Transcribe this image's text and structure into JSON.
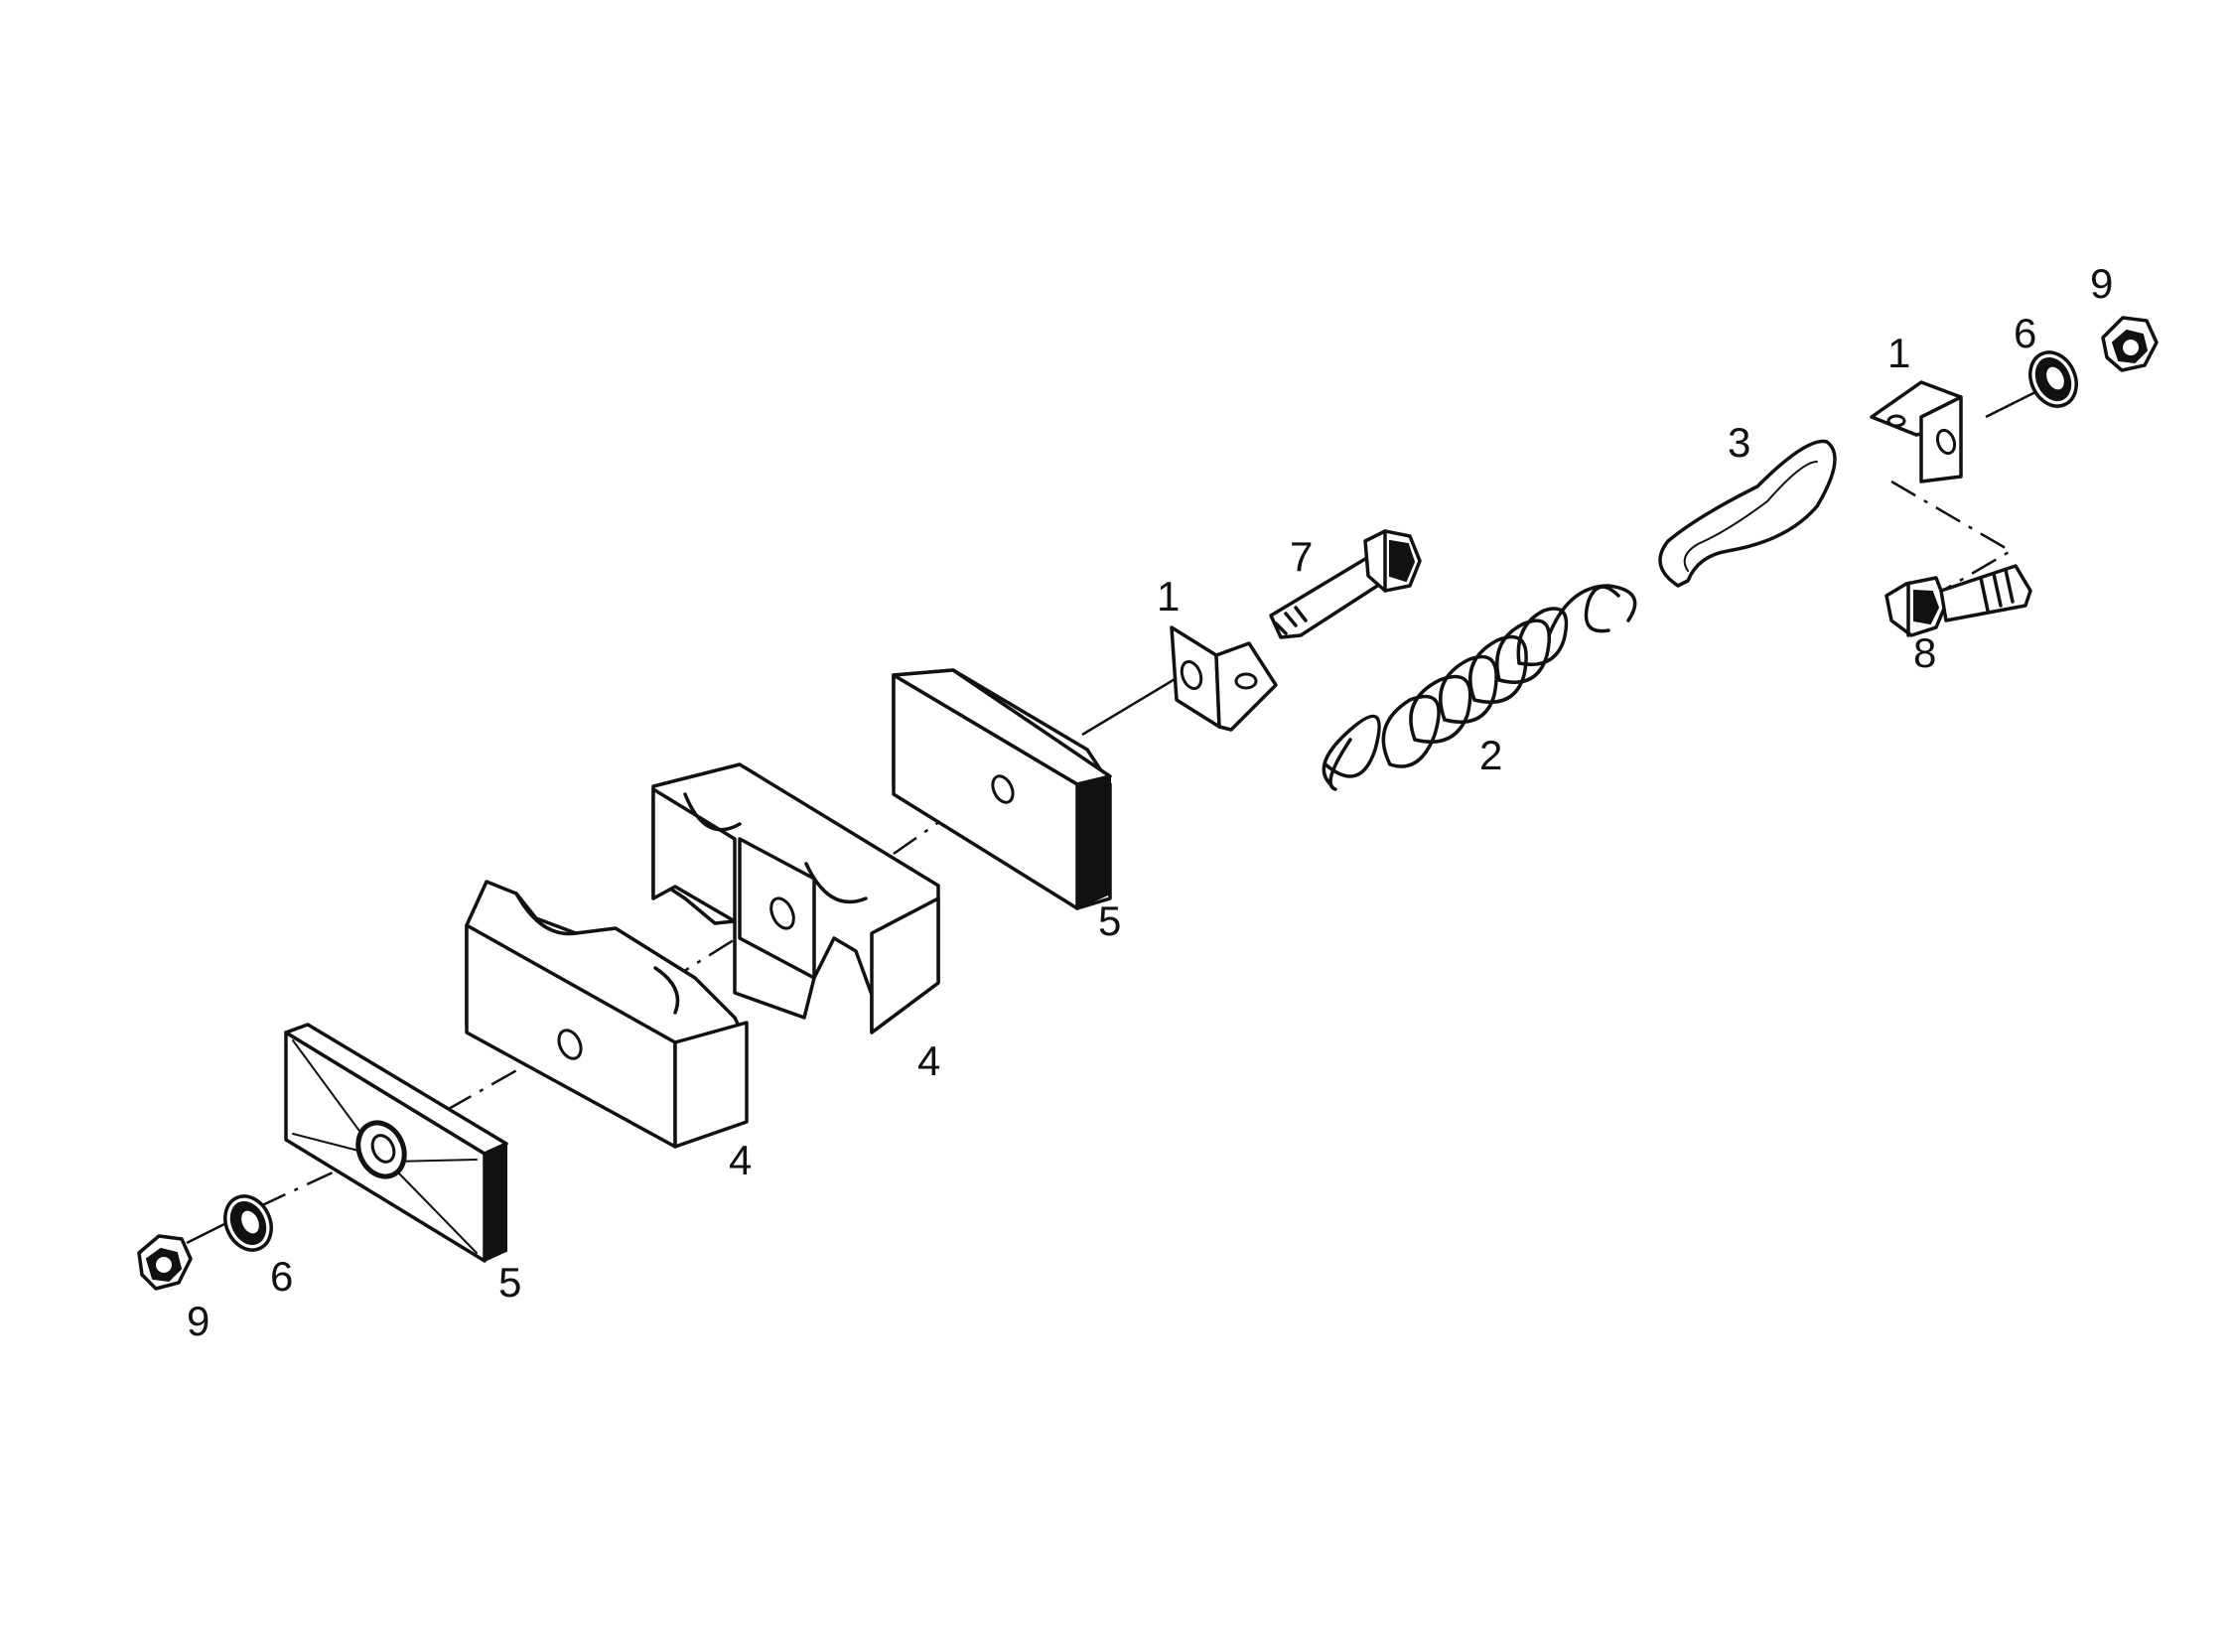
{
  "diagram": {
    "labels": {
      "bracket_1_left": "1",
      "bracket_1_right": "1",
      "spring": "2",
      "clip": "3",
      "block_4_front": "4",
      "block_4_rear": "4",
      "plate_5_front": "5",
      "plate_5_rear": "5",
      "washer_6_left": "6",
      "washer_6_right": "6",
      "bolt_7": "7",
      "bolt_8": "8",
      "nut_9_left": "9",
      "nut_9_right": "9"
    }
  }
}
